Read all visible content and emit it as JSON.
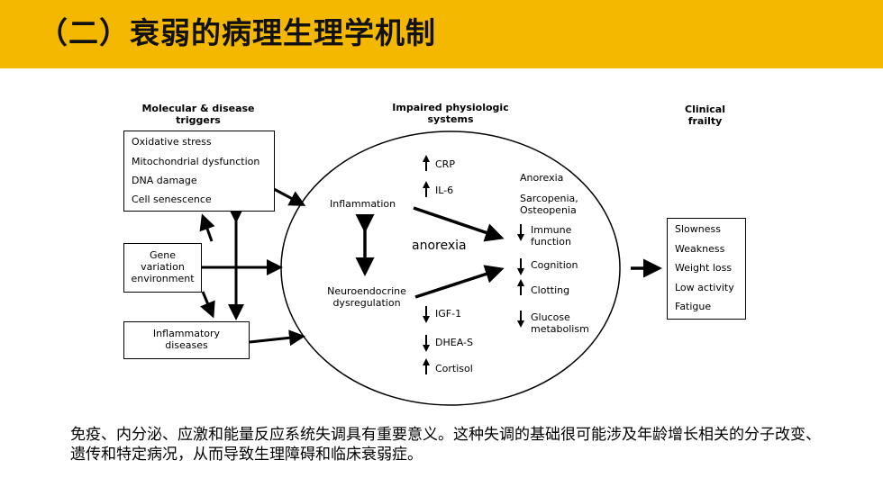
{
  "title": "（二）衰弱的病理生理学机制",
  "headers": {
    "col1": [
      "Molecular & disease",
      "triggers"
    ],
    "col2": [
      "Impaired physiologic",
      "systems"
    ],
    "col3": [
      "Clinical",
      "frailty"
    ]
  },
  "triggers_box": [
    "Oxidative stress",
    "Mitochondrial dysfunction",
    "DNA damage",
    "Cell senescence"
  ],
  "gene_box": [
    "Gene",
    "variation",
    "environment"
  ],
  "inflam_box": [
    "Inflammatory",
    "diseases"
  ],
  "inflammation": "Inflammation",
  "neuro": [
    "Neuroendocrine",
    "dysregulation"
  ],
  "anorexia_mid": "anorexia",
  "upper_markers": [
    "CRP",
    "IL-6"
  ],
  "lower_markers": [
    "IGF-1",
    "DHEA-S",
    "Cortisol"
  ],
  "right_plain": [
    "Anorexia",
    "Sarcopenia,",
    "Osteopenia"
  ],
  "right_arrows": [
    {
      "dir": "down",
      "lines": [
        "Immune",
        "function"
      ]
    },
    {
      "dir": "down",
      "lines": [
        "Cognition"
      ]
    },
    {
      "dir": "up",
      "lines": [
        "Clotting"
      ]
    },
    {
      "dir": "down",
      "lines": [
        "Glucose",
        "metabolism"
      ]
    }
  ],
  "frailty_box": [
    "Slowness",
    "Weakness",
    "Weight loss",
    "Low activity",
    "Fatigue"
  ],
  "caption": "免疫、内分泌、应激和能量反应系统失调具有重要意义。这种失调的基础很可能涉及年龄增长相关的分子改变、遗传和特定病况，从而导致生理障碍和临床衰弱症。"
}
